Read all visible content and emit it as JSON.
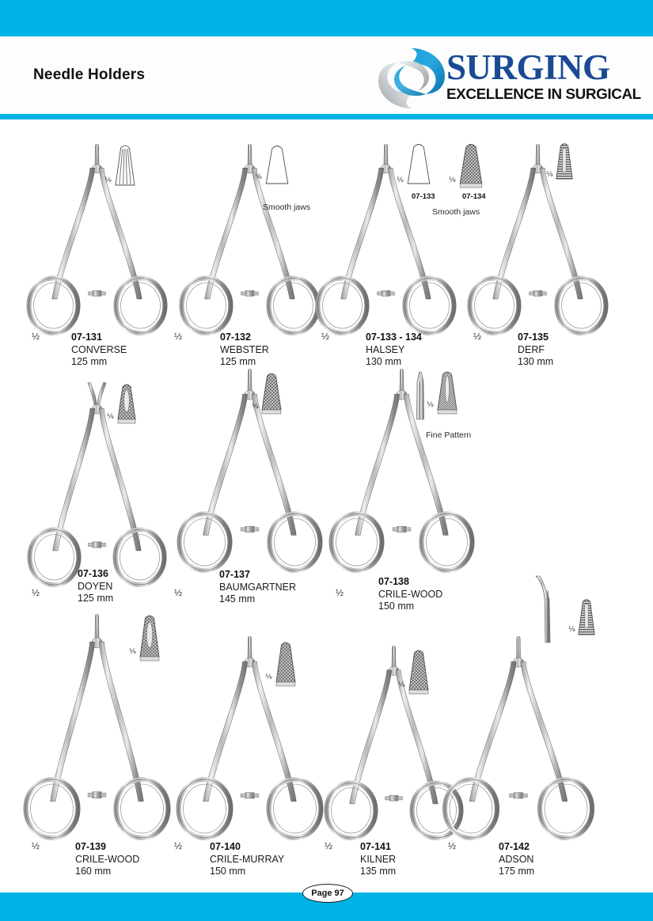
{
  "header": {
    "title": "Needle Holders",
    "logo": {
      "word": "SURGING",
      "tagline": "EXCELLENCE IN SURGICAL",
      "mark_name": "surging-s-sphere"
    },
    "bar_color": "#00b3e6"
  },
  "footer": {
    "page_label": "Page 97"
  },
  "instruments": [
    {
      "code": "07-131",
      "name": "CONVERSE",
      "size": "125 mm",
      "scale": "½",
      "inset_scale": "⅑",
      "jaw_pattern": "longitudinal-serrated",
      "note": ""
    },
    {
      "code": "07-132",
      "name": "WEBSTER",
      "size": "125 mm",
      "scale": "½",
      "inset_scale": "⅑",
      "jaw_pattern": "smooth",
      "note": "Smooth jaws"
    },
    {
      "code": "07-133 - 134",
      "name": "HALSEY",
      "size": "130 mm",
      "scale": "½",
      "inset_scale": "⅑",
      "jaw_pattern": "smooth-and-crosshatch",
      "note": "Smooth jaws",
      "inset_codes": [
        "07-133",
        "07-134"
      ]
    },
    {
      "code": "07-135",
      "name": "DERF",
      "size": "130 mm",
      "scale": "½",
      "inset_scale": "⅑",
      "jaw_pattern": "fine-striated",
      "note": ""
    },
    {
      "code": "07-136",
      "name": "DOYEN",
      "size": "125 mm",
      "scale": "½",
      "inset_scale": "⅑",
      "jaw_pattern": "crosshatch-with-groove",
      "note": ""
    },
    {
      "code": "07-137",
      "name": "BAUMGARTNER",
      "size": "145 mm",
      "scale": "½",
      "inset_scale": "⅑",
      "jaw_pattern": "crosshatch",
      "note": ""
    },
    {
      "code": "07-138",
      "name": "CRILE-WOOD",
      "size": "150 mm",
      "scale": "½",
      "inset_scale": "⅑",
      "jaw_pattern": "crosshatch-fine",
      "note": "Fine Pattern"
    },
    {
      "code": "07-139",
      "name": "CRILE-WOOD",
      "size": "160 mm",
      "scale": "½",
      "inset_scale": "⅑",
      "jaw_pattern": "crosshatch-with-groove",
      "note": ""
    },
    {
      "code": "07-140",
      "name": "CRILE-MURRAY",
      "size": "150 mm",
      "scale": "½",
      "inset_scale": "⅑",
      "jaw_pattern": "crosshatch",
      "note": ""
    },
    {
      "code": "07-141",
      "name": "KILNER",
      "size": "135 mm",
      "scale": "½",
      "inset_scale": "⅑",
      "jaw_pattern": "crosshatch",
      "note": ""
    },
    {
      "code": "07-142",
      "name": "ADSON",
      "size": "175 mm",
      "scale": "½",
      "inset_scale": "⅑",
      "jaw_pattern": "striated-curved",
      "note": ""
    }
  ]
}
